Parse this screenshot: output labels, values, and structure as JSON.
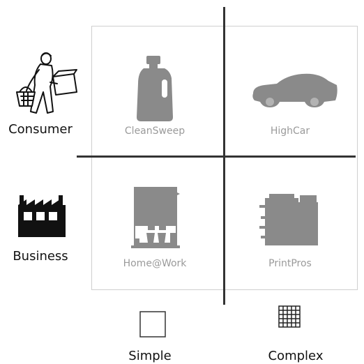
{
  "rows": {
    "consumer": {
      "label": "Consumer",
      "icon": "shopper-icon"
    },
    "business": {
      "label": "Business",
      "icon": "factory-icon"
    }
  },
  "columns": {
    "simple": {
      "label": "Simple",
      "icon": "single-square-icon"
    },
    "complex": {
      "label": "Complex",
      "icon": "grid-squares-icon"
    }
  },
  "quadrants": {
    "top_left": {
      "label": "CleanSweep",
      "icon": "detergent-bottle-icon"
    },
    "top_right": {
      "label": "HighCar",
      "icon": "car-icon"
    },
    "bottom_left": {
      "label": "Home@Work",
      "icon": "coffee-machine-icon"
    },
    "bottom_right": {
      "label": "PrintPros",
      "icon": "printer-icon"
    }
  },
  "colors": {
    "icon_gray": "#8a8a8a",
    "axis": "#333333",
    "box_border": "#cfcfcf"
  }
}
